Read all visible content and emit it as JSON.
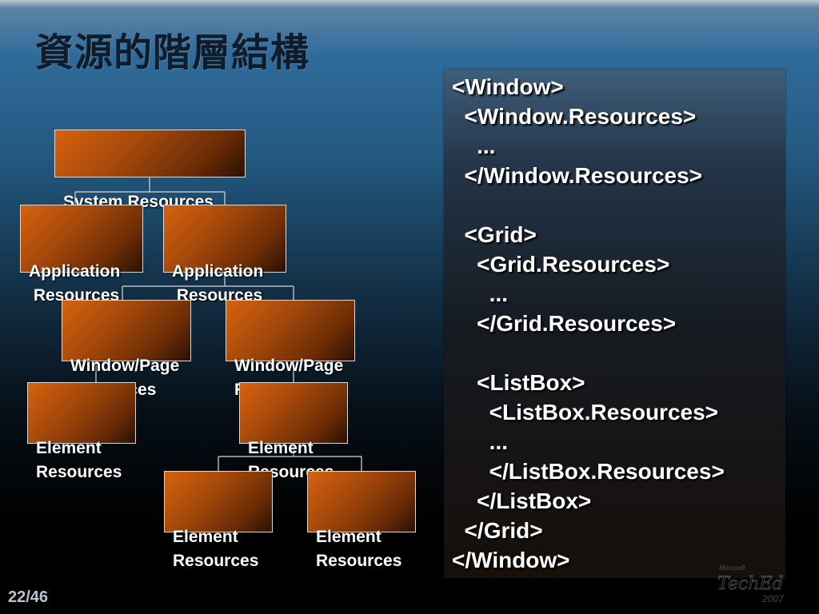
{
  "slide": {
    "title": "資源的階層結構",
    "page_number": "22/46"
  },
  "hierarchy": {
    "system": "System Resources",
    "app_left": "Application\n Resources",
    "app_right": "Application\n Resources",
    "winpage_left": "Window/Page\nResources",
    "winpage_right": "Window/Page\nResources",
    "element_left": "Element\nResources",
    "element_mid": "Element\nResources",
    "element_bottom_left": "Element\nResources",
    "element_bottom_right": "Element\nResources"
  },
  "code": {
    "lines": [
      "<Window>",
      "  <Window.Resources>",
      "    ...",
      "  </Window.Resources>",
      "",
      "  <Grid>",
      "    <Grid.Resources>",
      "      ...",
      "    </Grid.Resources>",
      "",
      "    <ListBox>",
      "      <ListBox.Resources>",
      "      ...",
      "      </ListBox.Resources>",
      "    </ListBox>",
      "  </Grid>",
      "</Window>"
    ]
  },
  "logo": {
    "brand": "Microsoft",
    "product": "TechEd",
    "year": "2007"
  },
  "colors": {
    "node_orange": "#d7620e",
    "connector": "#d9d9d9",
    "title": "#0f1c2a"
  }
}
